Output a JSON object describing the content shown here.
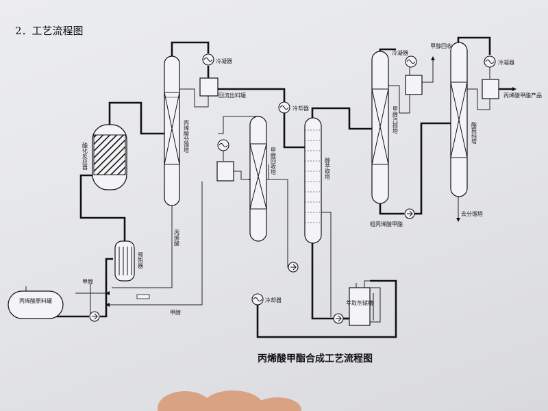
{
  "heading": "2．工艺流程图",
  "caption": "丙烯酸甲酯合成工艺流程图",
  "labels": {
    "condenser_1": "冷凝器",
    "reflux_tank": "回流出料罐",
    "cooler_1": "冷却器",
    "condenser_2": "冷凝器",
    "methanol_recovery_top": "甲醇回收",
    "condenser_3": "冷凝器",
    "product": "丙烯酸甲酯产品",
    "reactor": "酯化反应器",
    "acid_sep_tower": "丙烯酸分馏塔",
    "methanol_recovery_tower": "甲醇回收塔",
    "extraction_tower": "醇萃取塔",
    "methanol_stripper": "甲醇汽提塔",
    "ester_refining_tower": "酯提纯塔",
    "crude_ester": "粗丙烯酸甲酯",
    "to_fractionation": "去分馏塔",
    "acrylic_acid": "丙烯酸",
    "preheater": "预热器",
    "methanol_feed": "甲醇",
    "methanol_return": "甲醇",
    "raw_tank": "丙烯酸原料罐",
    "cooler_2": "冷却器",
    "extractant_tank": "萃取剂储槽"
  },
  "colors": {
    "line": "#111111",
    "paper": "#e6e6e9"
  }
}
